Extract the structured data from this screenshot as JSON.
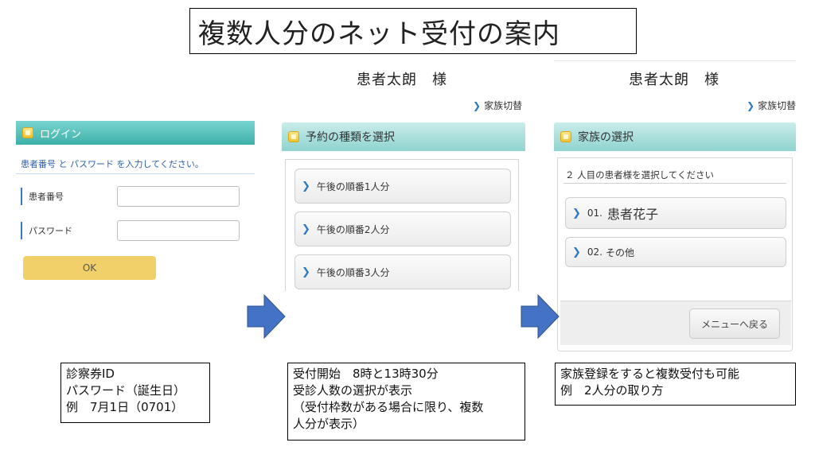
{
  "title": "複数人分のネット受付の案内",
  "login": {
    "header": "ログイン",
    "instruction": "患者番号 と パスワード を入力してください。",
    "patient_number_label": "患者番号",
    "password_label": "パスワード",
    "ok_label": "OK"
  },
  "reserve": {
    "patient_name": "患者太朗　様",
    "family_switch": "家族切替",
    "header": "予約の種類を選択",
    "options": [
      "午後の順番1人分",
      "午後の順番2人分",
      "午後の順番3人分"
    ]
  },
  "family": {
    "patient_name": "患者太朗　様",
    "family_switch": "家族切替",
    "header": "家族の選択",
    "instruction": "２ 人目の患者様を選択してください",
    "members": [
      {
        "number": "01.",
        "name": "患者花子"
      },
      {
        "number": "02.",
        "name": "その他"
      }
    ],
    "menu_back_label": "メニューへ戻る"
  },
  "notes": {
    "login": [
      "診察券ID",
      "パスワード（誕生日）",
      "例　7月1日（0701）"
    ],
    "reserve": [
      "受付開始　8時と13時30分",
      "受診人数の選択が表示",
      "（受付枠数がある場合に限り、複数",
      "人分が表示）"
    ],
    "family": [
      "家族登録をすると複数受付も可能",
      "例　2人分の取り方"
    ]
  },
  "colors": {
    "header_teal": "#3db0a8",
    "ok_yellow": "#f1d06a",
    "arrow_blue": "#4472c4",
    "link_blue": "#2a7ac8"
  }
}
